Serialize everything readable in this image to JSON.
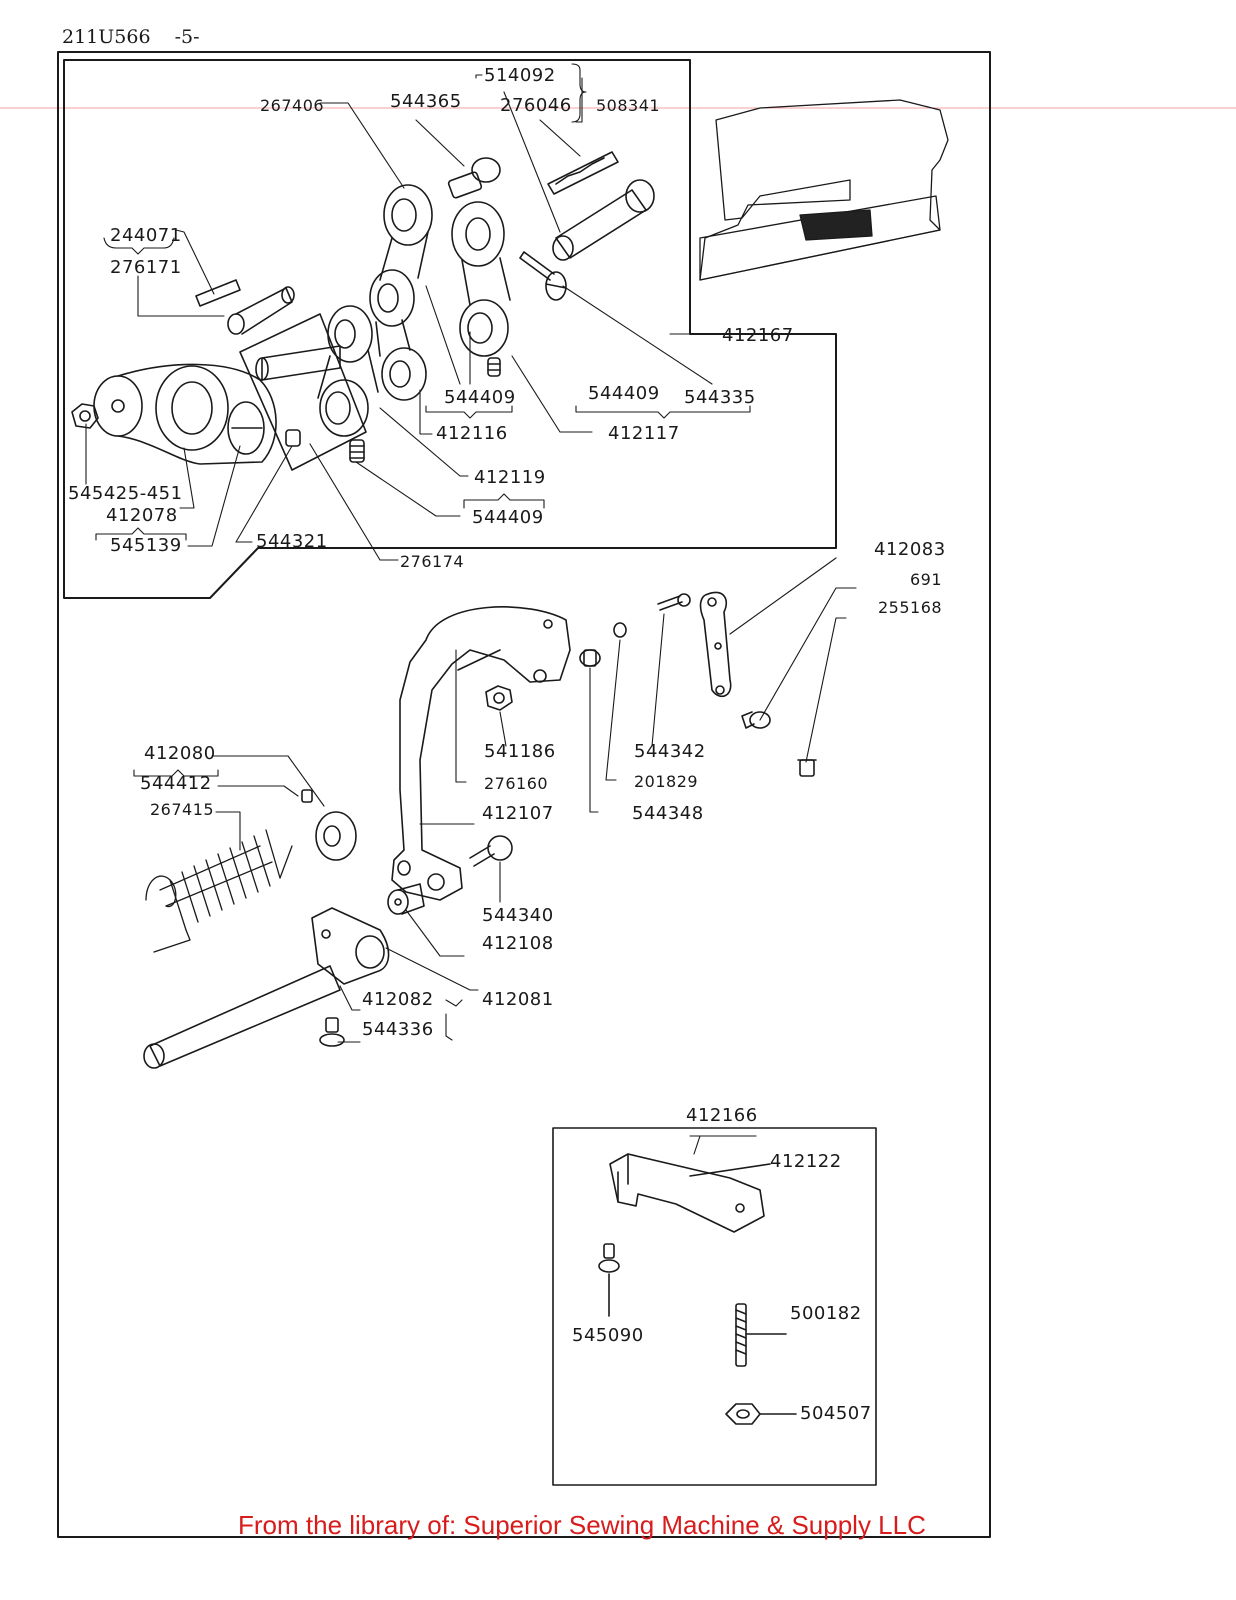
{
  "header": {
    "model": "211U566",
    "page": "-5-"
  },
  "footer": {
    "credit": "From the library of: Superior Sewing Machine & Supply LLC"
  },
  "colors": {
    "ink": "#1a1a1a",
    "footer": "#d81c1c",
    "guide_line": "#f4a0a0"
  },
  "parts": {
    "p514092": "514092",
    "p276046": "276046",
    "p508341": "508341",
    "p267406": "267406",
    "p544365": "544365",
    "p244071": "244071",
    "p276171": "276171",
    "p412167": "412167",
    "p544409a": "544409",
    "p544409b": "544409",
    "p544335": "544335",
    "p412116": "412116",
    "p412117": "412117",
    "p412119": "412119",
    "p544409c": "544409",
    "p545425": "545425-451",
    "p412078": "412078",
    "p545139": "545139",
    "p544321": "544321",
    "p276174": "276174",
    "p412083": "412083",
    "p691": "691",
    "p255168": "255168",
    "p412080": "412080",
    "p544412": "544412",
    "p267415": "267415",
    "p541186": "541186",
    "p276160": "276160",
    "p412107": "412107",
    "p544342": "544342",
    "p201829": "201829",
    "p544348": "544348",
    "p544340": "544340",
    "p412108": "412108",
    "p412082": "412082",
    "p412081": "412081",
    "p544336": "544336",
    "p412166": "412166",
    "p412122": "412122",
    "p545090": "545090",
    "p500182": "500182",
    "p504507": "504507"
  }
}
